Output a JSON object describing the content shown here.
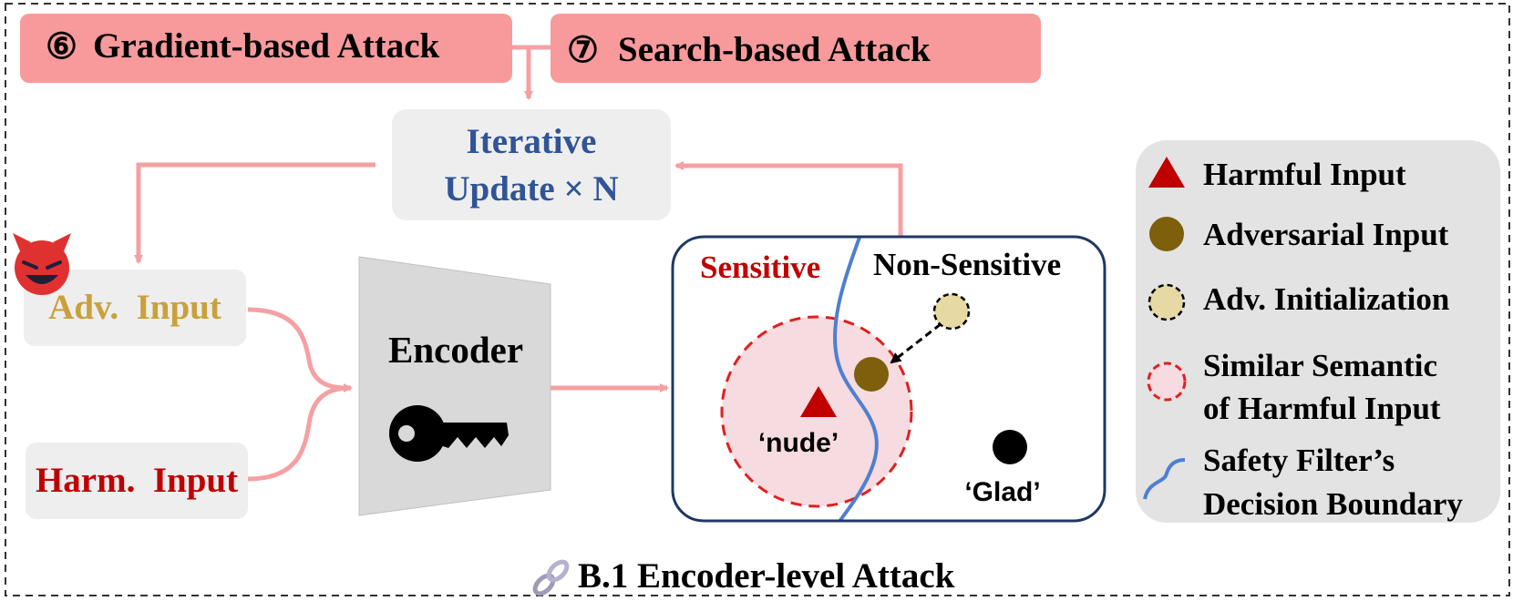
{
  "attacks": {
    "gradient": {
      "number": "⑥",
      "label": "Gradient-based Attack"
    },
    "search": {
      "number": "⑦",
      "label": "Search-based Attack"
    }
  },
  "iterative": {
    "line1": "Iterative",
    "line2": "Update × N"
  },
  "inputs": {
    "adv": "Adv.  Input",
    "harm": "Harm.  Input"
  },
  "encoder": {
    "label": "Encoder"
  },
  "space": {
    "sensitive": "Sensitive",
    "non_sensitive": "Non-Sensitive",
    "nude": "‘nude’",
    "glad": "‘Glad’"
  },
  "legend": {
    "harmful": "Harmful Input",
    "adversarial": "Adversarial Input",
    "initialization": "Adv. Initialization",
    "similar_line1": "Similar Semantic",
    "similar_line2": "of Harmful Input",
    "boundary_line1": "Safety Filter’s",
    "boundary_line2": "Decision Boundary"
  },
  "caption": "B.1 Encoder-level Attack",
  "icons": {
    "devil": "smiling-devil-icon",
    "key": "key-icon",
    "link": "link-icon"
  },
  "colors": {
    "attack_box": "#f8999b",
    "arrow": "#f5a0a3",
    "iter_text": "#2f5497",
    "adv_text": "#c9a13b",
    "harm_text": "#c00000",
    "sensitive_text": "#c00000",
    "harmful_marker": "#c00000",
    "adversarial_marker": "#7d5f0c",
    "init_marker": "#e6d9a3",
    "sim_region": "#f6dbe0",
    "boundary": "#4e7fd1",
    "gray_box": "#eeeeee"
  }
}
